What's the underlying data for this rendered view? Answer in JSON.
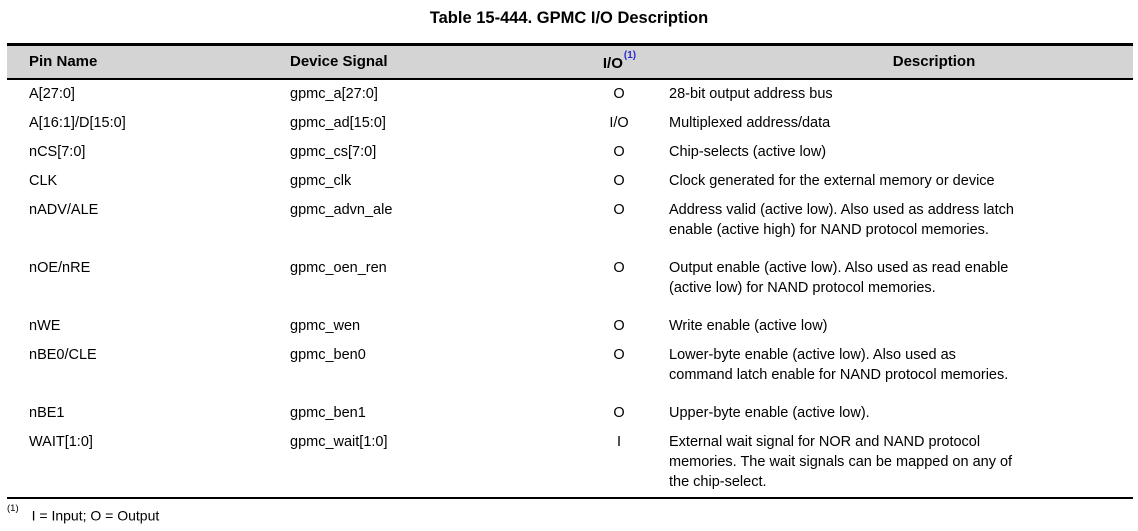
{
  "page": {
    "title": "Table 15-444. GPMC I/O Description"
  },
  "table": {
    "headers": {
      "pin": "Pin Name",
      "signal": "Device Signal",
      "io": "I/O",
      "io_footnote_ref": "(1)",
      "desc": "Description"
    },
    "rows": [
      {
        "pin": "A[27:0]",
        "signal": "gpmc_a[27:0]",
        "io": "O",
        "desc": "28-bit output address bus"
      },
      {
        "pin": "A[16:1]/D[15:0]",
        "signal": "gpmc_ad[15:0]",
        "io": "I/O",
        "desc": "Multiplexed address/data"
      },
      {
        "pin": "nCS[7:0]",
        "signal": "gpmc_cs[7:0]",
        "io": "O",
        "desc": "Chip-selects (active low)"
      },
      {
        "pin": "CLK",
        "signal": "gpmc_clk",
        "io": "O",
        "desc": "Clock generated for the external memory or device"
      },
      {
        "pin": "nADV/ALE",
        "signal": "gpmc_advn_ale",
        "io": "O",
        "desc": "Address valid (active low). Also used as address latch\nenable (active high) for NAND protocol memories."
      },
      {
        "pin": "nOE/nRE",
        "signal": "gpmc_oen_ren",
        "io": "O",
        "desc": "Output enable (active low). Also used as read enable\n(active low) for NAND protocol memories."
      },
      {
        "pin": "nWE",
        "signal": "gpmc_wen",
        "io": "O",
        "desc": "Write enable (active low)"
      },
      {
        "pin": "nBE0/CLE",
        "signal": "gpmc_ben0",
        "io": "O",
        "desc": "Lower-byte enable (active low). Also used as\ncommand latch enable for NAND protocol memories."
      },
      {
        "pin": "nBE1",
        "signal": "gpmc_ben1",
        "io": "O",
        "desc": "Upper-byte enable (active low)."
      },
      {
        "pin": "WAIT[1:0]",
        "signal": "gpmc_wait[1:0]",
        "io": "I",
        "desc": "External wait signal for NOR and NAND protocol\nmemories. The wait signals can be mapped on any of\nthe chip-select."
      }
    ]
  },
  "footnote": {
    "ref": "(1)",
    "text": "I = Input; O = Output"
  },
  "colors": {
    "header_bg": "#d4d4d4",
    "footnote_ref_blue": "#2a2acc",
    "text": "#000000",
    "border": "#000000",
    "background": "#ffffff"
  }
}
